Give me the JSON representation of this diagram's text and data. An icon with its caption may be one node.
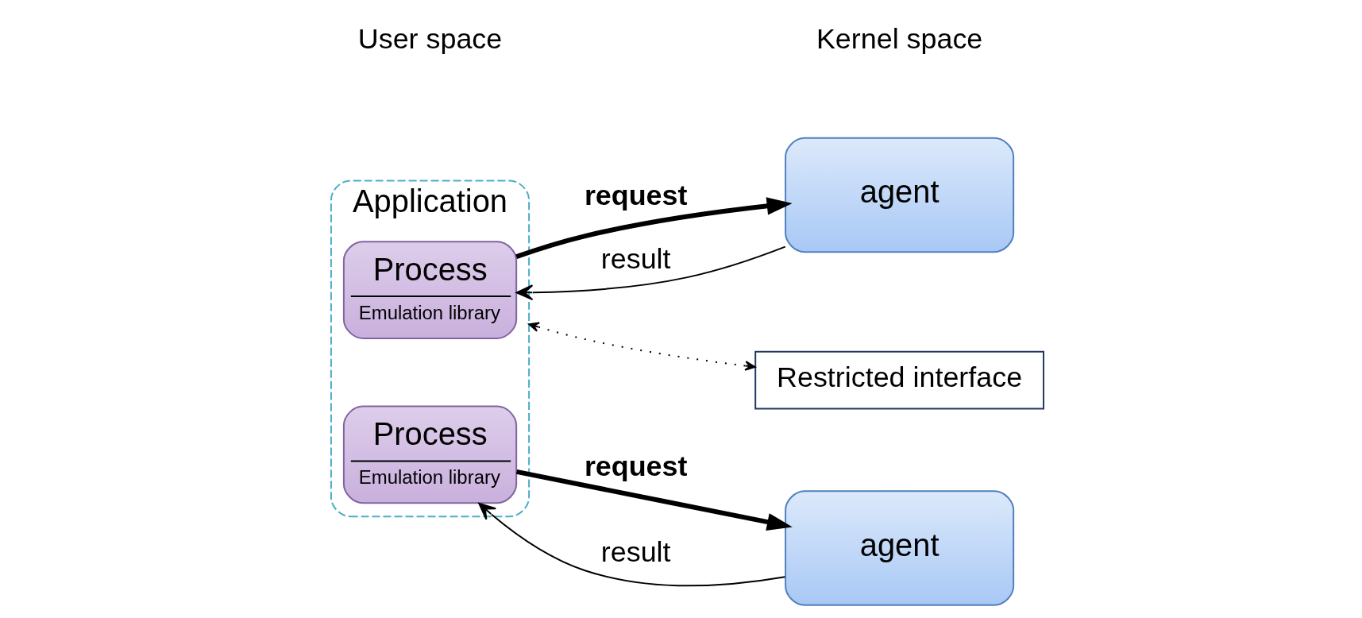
{
  "diagram": {
    "nodes": [
      {
        "text": [
          "Application"
        ]
      },
      {
        "text": [
          "Process",
          "Emulation library"
        ],
        "in": 0
      },
      {
        "text": [
          "Process",
          "Emulation library"
        ],
        "in": 0
      },
      {
        "text": [
          "agent"
        ]
      },
      {
        "text": [
          "agent"
        ]
      },
      {
        "text": [
          "Restricted interface"
        ]
      }
    ],
    "edges": [
      {
        "from": 3,
        "to": 1,
        "arrow": "to",
        "label": "result"
      },
      {
        "from": 1,
        "to": 3,
        "arrow": "to",
        "label": "request",
        "style": "thick"
      },
      {
        "from": 4,
        "to": 2,
        "arrow": "to",
        "label": "result"
      },
      {
        "from": 2,
        "to": 4,
        "arrow": "to",
        "label": "request",
        "style": "thick"
      },
      {
        "from": 0,
        "to": 5,
        "arrow": "both",
        "style": "dashed"
      }
    ],
    "labels": [
      "User space",
      "Kernel space"
    ]
  }
}
